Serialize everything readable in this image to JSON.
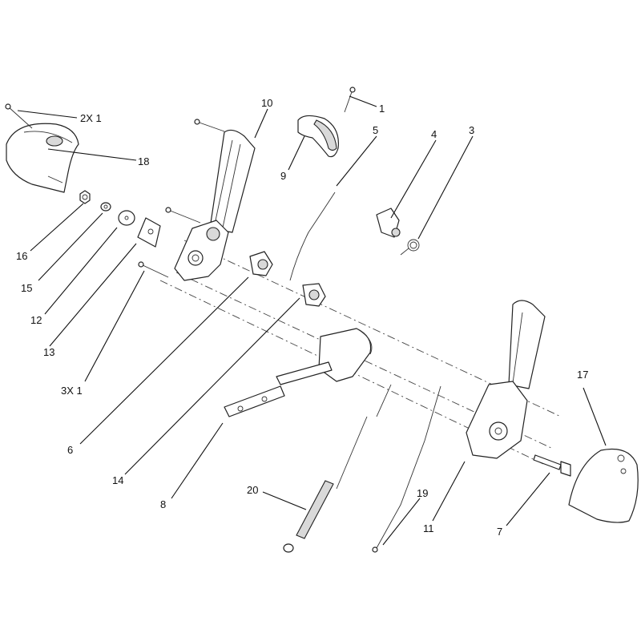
{
  "callouts": [
    {
      "id": "c1",
      "text": "1"
    },
    {
      "id": "c2x1",
      "text": "2X 1"
    },
    {
      "id": "c3",
      "text": "3"
    },
    {
      "id": "c3x1",
      "text": "3X 1"
    },
    {
      "id": "c4",
      "text": "4"
    },
    {
      "id": "c5",
      "text": "5"
    },
    {
      "id": "c6",
      "text": "6"
    },
    {
      "id": "c7",
      "text": "7"
    },
    {
      "id": "c8",
      "text": "8"
    },
    {
      "id": "c9",
      "text": "9"
    },
    {
      "id": "c10",
      "text": "10"
    },
    {
      "id": "c11",
      "text": "11"
    },
    {
      "id": "c12",
      "text": "12"
    },
    {
      "id": "c13",
      "text": "13"
    },
    {
      "id": "c14",
      "text": "14"
    },
    {
      "id": "c15",
      "text": "15"
    },
    {
      "id": "c16",
      "text": "16"
    },
    {
      "id": "c17",
      "text": "17"
    },
    {
      "id": "c18",
      "text": "18"
    },
    {
      "id": "c19",
      "text": "19"
    },
    {
      "id": "c20",
      "text": "20"
    }
  ]
}
